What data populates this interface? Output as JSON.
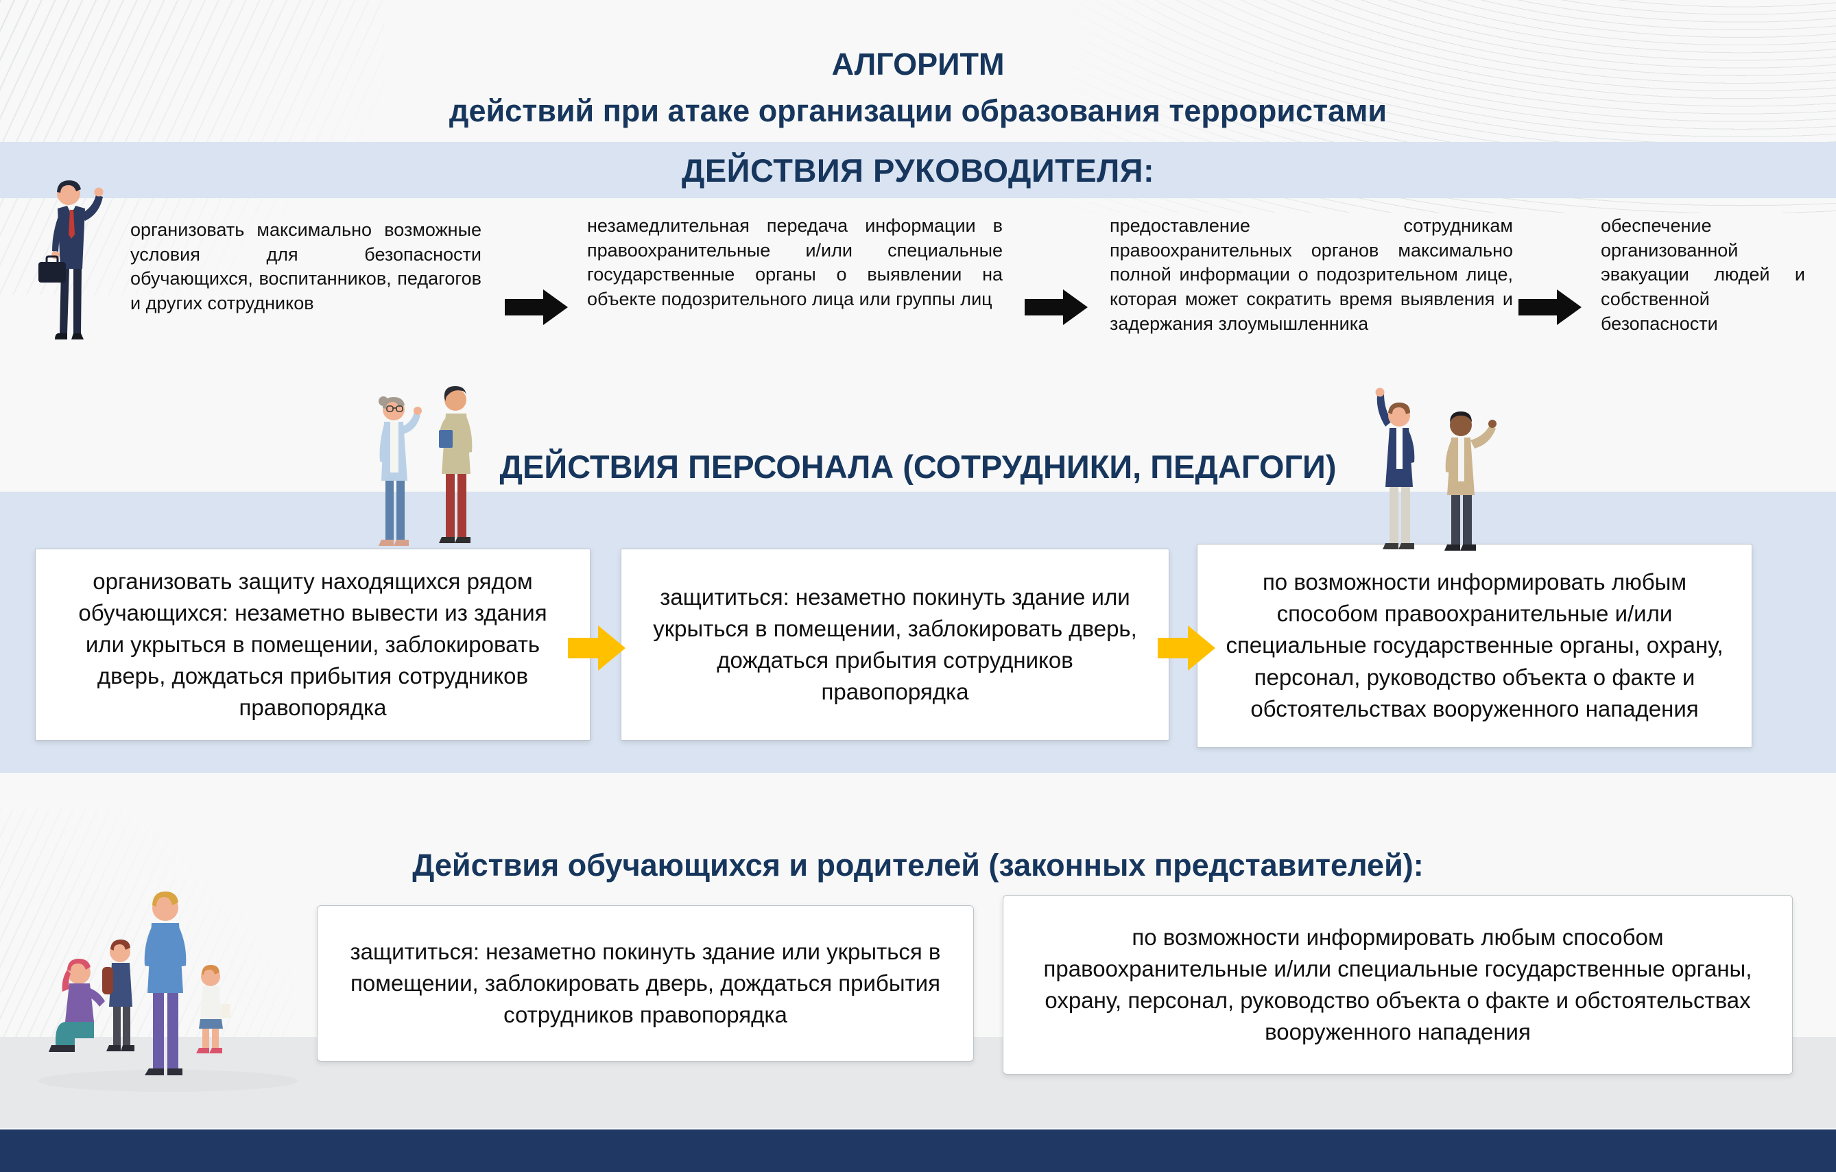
{
  "header": {
    "title_line1": "АЛГОРИТМ",
    "title_line2": "действий при атаке организации образования террористами"
  },
  "leader_section": {
    "header": "ДЕЙСТВИЯ РУКОВОДИТЕЛЯ:",
    "illustration": "manager-waving-with-briefcase",
    "arrow_icon": "block-arrow-right",
    "arrow_color": "#0d0d0d",
    "steps": [
      "организовать максимально возможные условия для безопасности обучающихся, воспитанников, педагогов и других сотрудников",
      "незамедлительная передача информации в правоохранительные и/или специальные государственные органы о выявлении на объекте подозрительного лица или группы лиц",
      "предоставление сотрудникам правоохранительных органов максимально полной информации о подозрительном лице, которая может сократить время выявления и задержания злоумышленника",
      "обеспечение организованной эвакуации людей и собственной безопасности"
    ]
  },
  "staff_section": {
    "header": "ДЕЙСТВИЯ ПЕРСОНАЛА (СОТРУДНИКИ, ПЕДАГОГИ)",
    "illustration_left": "two-teachers-talking",
    "illustration_right": "two-staff-raising-hands",
    "arrow_icon": "block-arrow-right",
    "arrow_color": "#ffc000",
    "steps": [
      "организовать защиту находящихся рядом обучающихся: незаметно вывести из здания или укрыться в помещении, заблокировать дверь, дождаться прибытия сотрудников правопорядка",
      "защититься: незаметно покинуть здание или укрыться в помещении, заблокировать дверь, дождаться прибытия сотрудников правопорядка",
      "по возможности информировать любым способом правоохранительные и/или специальные государственные органы, охрану, персонал, руководство объекта о факте и обстоятельствах вооруженного нападения"
    ]
  },
  "parents_section": {
    "header": "Действия обучающихся и родителей (законных представителей):",
    "illustration": "family-parents-and-children",
    "steps": [
      "защититься: незаметно покинуть здание или укрыться в помещении, заблокировать дверь, дождаться прибытия сотрудников правопорядка",
      "по возможности информировать любым способом правоохранительные и/или специальные государственные органы, охрану, персонал, руководство объекта о факте и обстоятельствах вооруженного нападения"
    ]
  },
  "colors": {
    "heading_navy": "#17365d",
    "band_blue": "#d9e3f1",
    "footer_navy": "#1f3864",
    "card_background": "#ffffff",
    "arrow_black": "#0d0d0d",
    "arrow_yellow": "#ffc000"
  }
}
